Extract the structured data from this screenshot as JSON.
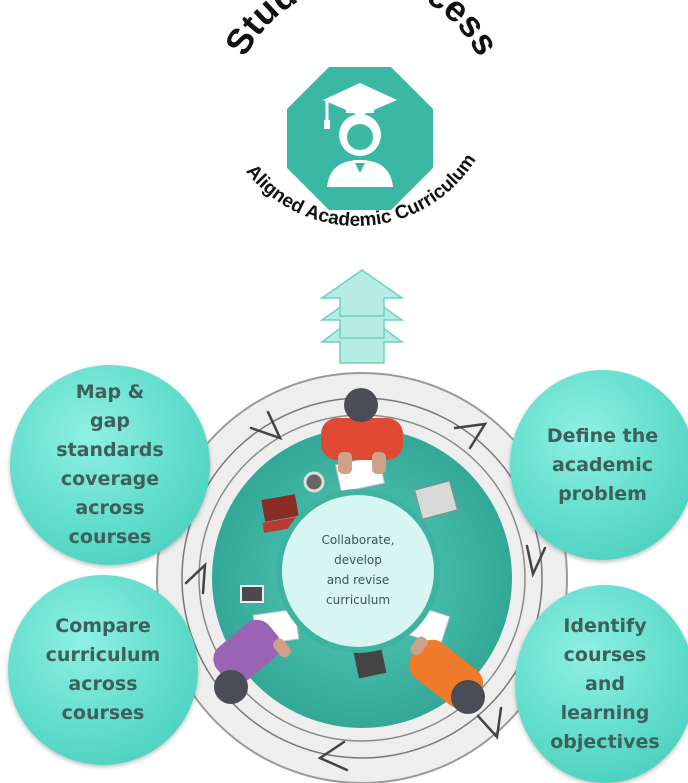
{
  "title": {
    "main": "Student Success",
    "sub": "Aligned Academic Curriculum"
  },
  "center": {
    "label": "Collaborate,\ndevelop\nand revise\ncurriculum"
  },
  "steps": [
    {
      "id": "tl",
      "label": "Map &\ngap\nstandards\ncoverage\nacross\ncourses"
    },
    {
      "id": "tr",
      "label": "Define the\nacademic\nproblem"
    },
    {
      "id": "bl",
      "label": "Compare\ncurriculum\nacross\ncourses"
    },
    {
      "id": "br",
      "label": "Identify\ncourses\nand\nlearning\nobjectives"
    }
  ],
  "colors": {
    "teal": "#3bb8a4",
    "bubble": "#5fdccb",
    "arrow": "#aee9e0",
    "ring": "#e6e7e8",
    "text": "#3f5f5c"
  },
  "icons": [
    "graduation-student-icon",
    "upward-chevron-arrows-icon",
    "cycle-arrow-icon"
  ]
}
